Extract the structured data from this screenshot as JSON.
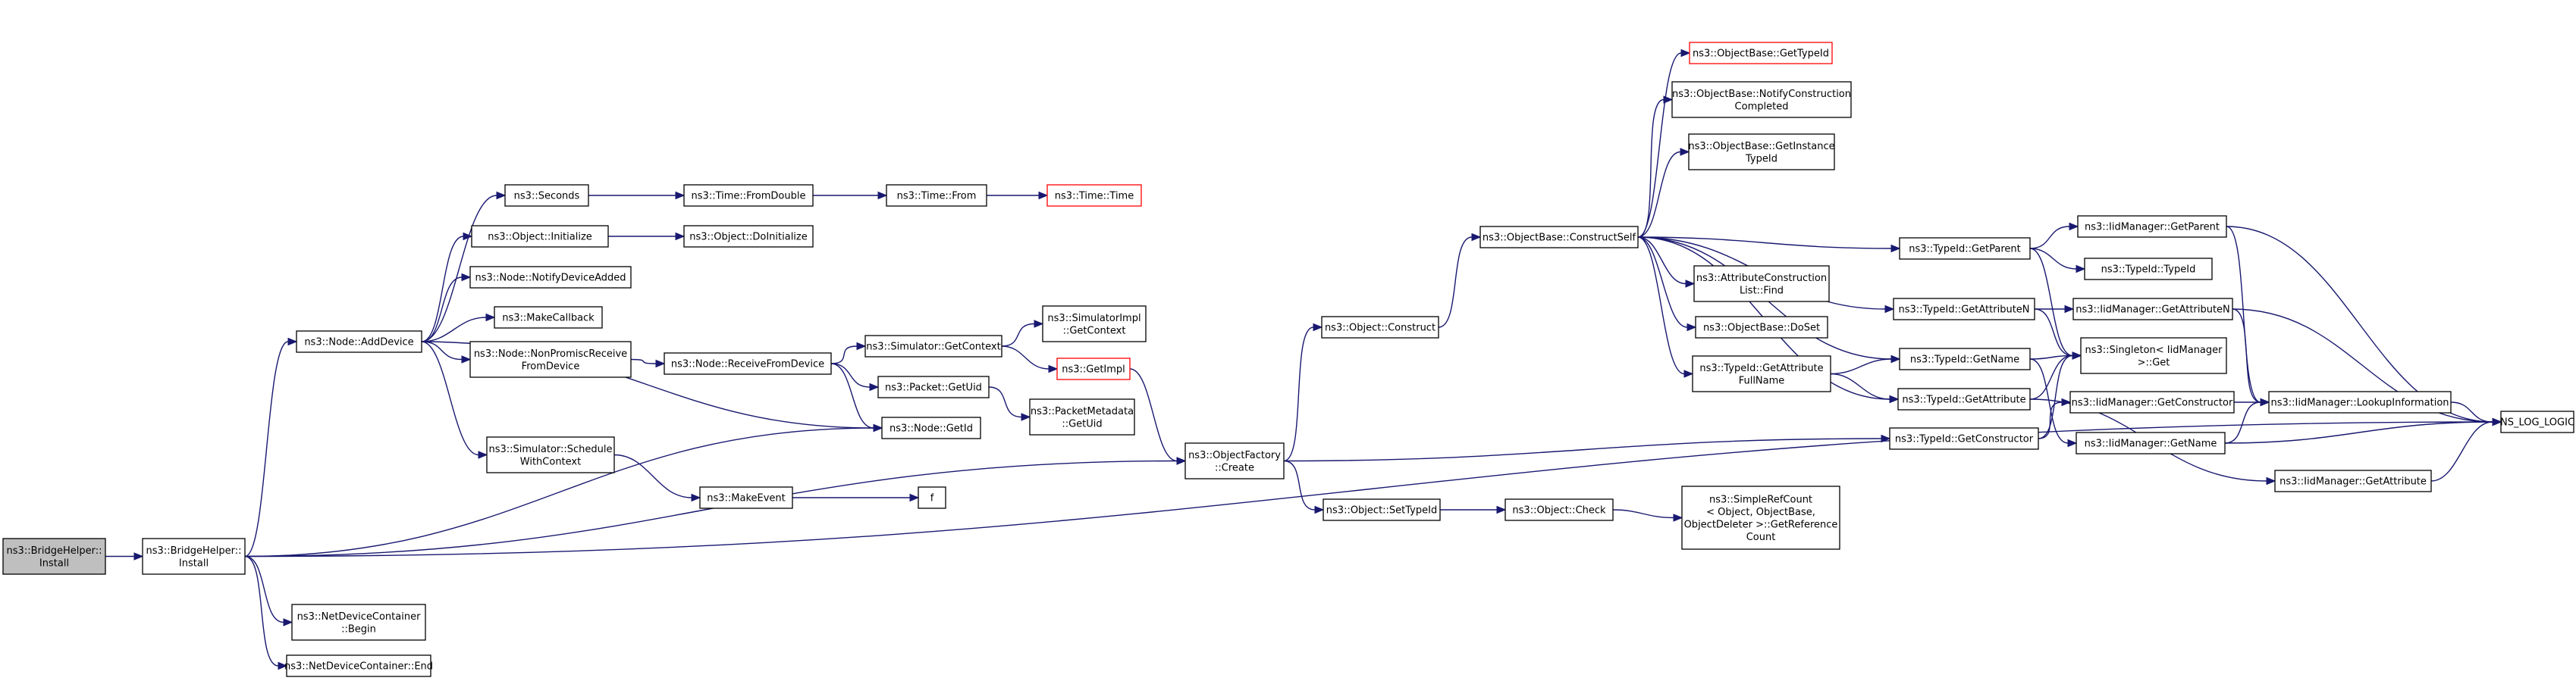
{
  "colors": {
    "edge": "#191970",
    "node_border": "#000000",
    "node_missing_border": "#ff0000",
    "selected_fill": "#bfbfbf"
  },
  "nodes": [
    {
      "id": "n_bh_install_root",
      "lines": [
        "ns3::BridgeHelper::",
        "Install"
      ],
      "style": "selected"
    },
    {
      "id": "n_bh_install",
      "lines": [
        "ns3::BridgeHelper::",
        "Install"
      ]
    },
    {
      "id": "n_node_adddevice",
      "lines": [
        "ns3::Node::AddDevice"
      ]
    },
    {
      "id": "n_ndc_begin",
      "lines": [
        "ns3::NetDeviceContainer",
        "::Begin"
      ]
    },
    {
      "id": "n_ndc_end",
      "lines": [
        "ns3::NetDeviceContainer::End"
      ]
    },
    {
      "id": "n_seconds",
      "lines": [
        "ns3::Seconds"
      ]
    },
    {
      "id": "n_object_initialize",
      "lines": [
        "ns3::Object::Initialize"
      ]
    },
    {
      "id": "n_node_notify",
      "lines": [
        "ns3::Node::NotifyDeviceAdded"
      ]
    },
    {
      "id": "n_makecallback",
      "lines": [
        "ns3::MakeCallback"
      ]
    },
    {
      "id": "n_node_nonpromisc",
      "lines": [
        "ns3::Node::NonPromiscReceive",
        "FromDevice"
      ]
    },
    {
      "id": "n_sim_schedule",
      "lines": [
        "ns3::Simulator::Schedule",
        "WithContext"
      ]
    },
    {
      "id": "n_node_getid",
      "lines": [
        "ns3::Node::GetId"
      ]
    },
    {
      "id": "n_time_fromdouble",
      "lines": [
        "ns3::Time::FromDouble"
      ]
    },
    {
      "id": "n_object_doinitialize",
      "lines": [
        "ns3::Object::DoInitialize"
      ]
    },
    {
      "id": "n_node_receive",
      "lines": [
        "ns3::Node::ReceiveFromDevice"
      ]
    },
    {
      "id": "n_makeevent",
      "lines": [
        "ns3::MakeEvent"
      ]
    },
    {
      "id": "n_time_from",
      "lines": [
        "ns3::Time::From"
      ]
    },
    {
      "id": "n_sim_getcontext",
      "lines": [
        "ns3::Simulator::GetContext"
      ]
    },
    {
      "id": "n_packet_getuid",
      "lines": [
        "ns3::Packet::GetUid"
      ]
    },
    {
      "id": "n_f",
      "lines": [
        "f"
      ]
    },
    {
      "id": "n_time_time",
      "lines": [
        "ns3::Time::Time"
      ],
      "style": "missing"
    },
    {
      "id": "n_simimpl_getcontext",
      "lines": [
        "ns3::SimulatorImpl",
        "::GetContext"
      ]
    },
    {
      "id": "n_getimpl",
      "lines": [
        "ns3::GetImpl"
      ],
      "style": "missing"
    },
    {
      "id": "n_pktmeta_getuid",
      "lines": [
        "ns3::PacketMetadata",
        "::GetUid"
      ]
    },
    {
      "id": "n_objfactory_create",
      "lines": [
        "ns3::ObjectFactory",
        "::Create"
      ]
    },
    {
      "id": "n_object_construct",
      "lines": [
        "ns3::Object::Construct"
      ]
    },
    {
      "id": "n_object_settypeid",
      "lines": [
        "ns3::Object::SetTypeId"
      ]
    },
    {
      "id": "n_objbase_constructself",
      "lines": [
        "ns3::ObjectBase::ConstructSelf"
      ]
    },
    {
      "id": "n_object_check",
      "lines": [
        "ns3::Object::Check"
      ]
    },
    {
      "id": "n_objbase_gettypeid",
      "lines": [
        "ns3::ObjectBase::GetTypeId"
      ],
      "style": "missing"
    },
    {
      "id": "n_objbase_notify",
      "lines": [
        "ns3::ObjectBase::NotifyConstruction",
        "Completed"
      ]
    },
    {
      "id": "n_objbase_getinstance",
      "lines": [
        "ns3::ObjectBase::GetInstance",
        "TypeId"
      ]
    },
    {
      "id": "n_attr_find",
      "lines": [
        "ns3::AttributeConstruction",
        "List::Find"
      ]
    },
    {
      "id": "n_objbase_doset",
      "lines": [
        "ns3::ObjectBase::DoSet"
      ]
    },
    {
      "id": "n_typeid_getattrfullname",
      "lines": [
        "ns3::TypeId::GetAttribute",
        "FullName"
      ]
    },
    {
      "id": "n_simplerefcount",
      "lines": [
        "ns3::SimpleRefCount",
        "< Object, ObjectBase,",
        "ObjectDeleter >::GetReference",
        "Count"
      ]
    },
    {
      "id": "n_typeid_getparent",
      "lines": [
        "ns3::TypeId::GetParent"
      ]
    },
    {
      "id": "n_typeid_getattrn",
      "lines": [
        "ns3::TypeId::GetAttributeN"
      ]
    },
    {
      "id": "n_typeid_getname",
      "lines": [
        "ns3::TypeId::GetName"
      ]
    },
    {
      "id": "n_typeid_getattribute",
      "lines": [
        "ns3::TypeId::GetAttribute"
      ]
    },
    {
      "id": "n_typeid_getconstructor",
      "lines": [
        "ns3::TypeId::GetConstructor"
      ]
    },
    {
      "id": "n_iid_getparent",
      "lines": [
        "ns3::IidManager::GetParent"
      ]
    },
    {
      "id": "n_typeid_typeid",
      "lines": [
        "ns3::TypeId::TypeId"
      ]
    },
    {
      "id": "n_iid_getattrn",
      "lines": [
        "ns3::IidManager::GetAttributeN"
      ]
    },
    {
      "id": "n_singleton_get",
      "lines": [
        "ns3::Singleton< IidManager",
        ">::Get"
      ]
    },
    {
      "id": "n_iid_getconstructor",
      "lines": [
        "ns3::IidManager::GetConstructor"
      ]
    },
    {
      "id": "n_iid_getname",
      "lines": [
        "ns3::IidManager::GetName"
      ]
    },
    {
      "id": "n_iid_getattribute",
      "lines": [
        "ns3::IidManager::GetAttribute"
      ]
    },
    {
      "id": "n_iid_lookup",
      "lines": [
        "ns3::IidManager::LookupInformation"
      ]
    },
    {
      "id": "n_ns_log_logic",
      "lines": [
        "NS_LOG_LOGIC"
      ]
    }
  ],
  "edges": [
    [
      "n_bh_install_root",
      "n_bh_install"
    ],
    [
      "n_bh_install",
      "n_node_adddevice"
    ],
    [
      "n_bh_install",
      "n_node_getid"
    ],
    [
      "n_bh_install",
      "n_objfactory_create"
    ],
    [
      "n_bh_install",
      "n_ndc_begin"
    ],
    [
      "n_bh_install",
      "n_ndc_end"
    ],
    [
      "n_bh_install",
      "n_ns_log_logic"
    ],
    [
      "n_node_adddevice",
      "n_seconds"
    ],
    [
      "n_node_adddevice",
      "n_object_initialize"
    ],
    [
      "n_node_adddevice",
      "n_node_notify"
    ],
    [
      "n_node_adddevice",
      "n_makecallback"
    ],
    [
      "n_node_adddevice",
      "n_node_nonpromisc"
    ],
    [
      "n_node_adddevice",
      "n_sim_schedule"
    ],
    [
      "n_node_adddevice",
      "n_node_getid"
    ],
    [
      "n_seconds",
      "n_time_fromdouble"
    ],
    [
      "n_time_fromdouble",
      "n_time_from"
    ],
    [
      "n_time_from",
      "n_time_time"
    ],
    [
      "n_object_initialize",
      "n_object_doinitialize"
    ],
    [
      "n_node_nonpromisc",
      "n_node_receive"
    ],
    [
      "n_node_receive",
      "n_sim_getcontext"
    ],
    [
      "n_node_receive",
      "n_packet_getuid"
    ],
    [
      "n_node_receive",
      "n_node_getid"
    ],
    [
      "n_sim_getcontext",
      "n_simimpl_getcontext"
    ],
    [
      "n_sim_getcontext",
      "n_getimpl"
    ],
    [
      "n_getimpl",
      "n_objfactory_create"
    ],
    [
      "n_packet_getuid",
      "n_pktmeta_getuid"
    ],
    [
      "n_sim_schedule",
      "n_makeevent"
    ],
    [
      "n_makeevent",
      "n_f"
    ],
    [
      "n_objfactory_create",
      "n_object_construct"
    ],
    [
      "n_objfactory_create",
      "n_object_settypeid"
    ],
    [
      "n_objfactory_create",
      "n_typeid_getconstructor"
    ],
    [
      "n_object_construct",
      "n_objbase_constructself"
    ],
    [
      "n_object_settypeid",
      "n_object_check"
    ],
    [
      "n_object_check",
      "n_simplerefcount"
    ],
    [
      "n_objbase_constructself",
      "n_objbase_gettypeid"
    ],
    [
      "n_objbase_constructself",
      "n_objbase_notify"
    ],
    [
      "n_objbase_constructself",
      "n_objbase_getinstance"
    ],
    [
      "n_objbase_constructself",
      "n_attr_find"
    ],
    [
      "n_objbase_constructself",
      "n_objbase_doset"
    ],
    [
      "n_objbase_constructself",
      "n_typeid_getattrfullname"
    ],
    [
      "n_objbase_constructself",
      "n_typeid_getparent"
    ],
    [
      "n_objbase_constructself",
      "n_typeid_getattrn"
    ],
    [
      "n_objbase_constructself",
      "n_typeid_getname"
    ],
    [
      "n_objbase_constructself",
      "n_typeid_getattribute"
    ],
    [
      "n_typeid_getattrfullname",
      "n_typeid_getname"
    ],
    [
      "n_typeid_getattrfullname",
      "n_typeid_getattribute"
    ],
    [
      "n_typeid_getparent",
      "n_iid_getparent"
    ],
    [
      "n_typeid_getparent",
      "n_typeid_typeid"
    ],
    [
      "n_typeid_getparent",
      "n_singleton_get"
    ],
    [
      "n_typeid_getattrn",
      "n_iid_getattrn"
    ],
    [
      "n_typeid_getattrn",
      "n_singleton_get"
    ],
    [
      "n_typeid_getname",
      "n_singleton_get"
    ],
    [
      "n_typeid_getname",
      "n_iid_getname"
    ],
    [
      "n_typeid_getattribute",
      "n_singleton_get"
    ],
    [
      "n_typeid_getattribute",
      "n_iid_getattribute"
    ],
    [
      "n_typeid_getconstructor",
      "n_singleton_get"
    ],
    [
      "n_typeid_getconstructor",
      "n_iid_getconstructor"
    ],
    [
      "n_iid_getparent",
      "n_iid_lookup"
    ],
    [
      "n_iid_getparent",
      "n_ns_log_logic"
    ],
    [
      "n_iid_getattrn",
      "n_iid_lookup"
    ],
    [
      "n_iid_getattrn",
      "n_ns_log_logic"
    ],
    [
      "n_iid_getconstructor",
      "n_iid_lookup"
    ],
    [
      "n_iid_getname",
      "n_iid_lookup"
    ],
    [
      "n_iid_getname",
      "n_ns_log_logic"
    ],
    [
      "n_iid_getattribute",
      "n_ns_log_logic"
    ],
    [
      "n_iid_lookup",
      "n_ns_log_logic"
    ]
  ]
}
